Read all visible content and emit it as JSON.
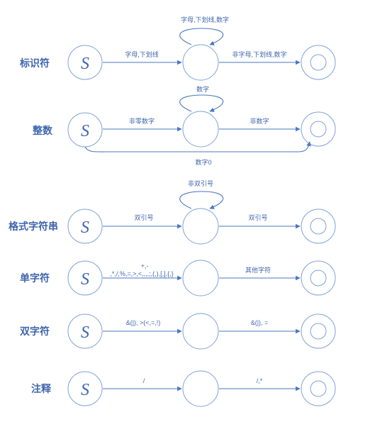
{
  "rows": [
    {
      "label": "标识符",
      "start_symbol": "S",
      "edge1_label": "字母,下划线",
      "edge2_label": "非字母,下划线,数字",
      "loop_label": "字母,下划线,数字"
    },
    {
      "label": "整数",
      "start_symbol": "S",
      "edge1_label": "非零数字",
      "edge2_label": "非数字",
      "loop_label": "数字",
      "bypass_label": "数字0"
    },
    {
      "label": "格式字符串",
      "start_symbol": "S",
      "edge1_label": "双引号",
      "edge2_label": "双引号",
      "loop_label": "非双引号"
    },
    {
      "label": "单字符",
      "start_symbol": "S",
      "edge1_label_top": "+,-",
      "edge1_label": ",*,/,%,=,>,<,,,,;,(,),[,],{,}",
      "edge2_label": "其他字符"
    },
    {
      "label": "双字符",
      "start_symbol": "S",
      "edge1_label": "&(|), >(<,=,!)",
      "edge2_label": "&(|), ="
    },
    {
      "label": "注释",
      "start_symbol": "S",
      "edge1_label": "/",
      "edge2_label": "/,*"
    }
  ]
}
